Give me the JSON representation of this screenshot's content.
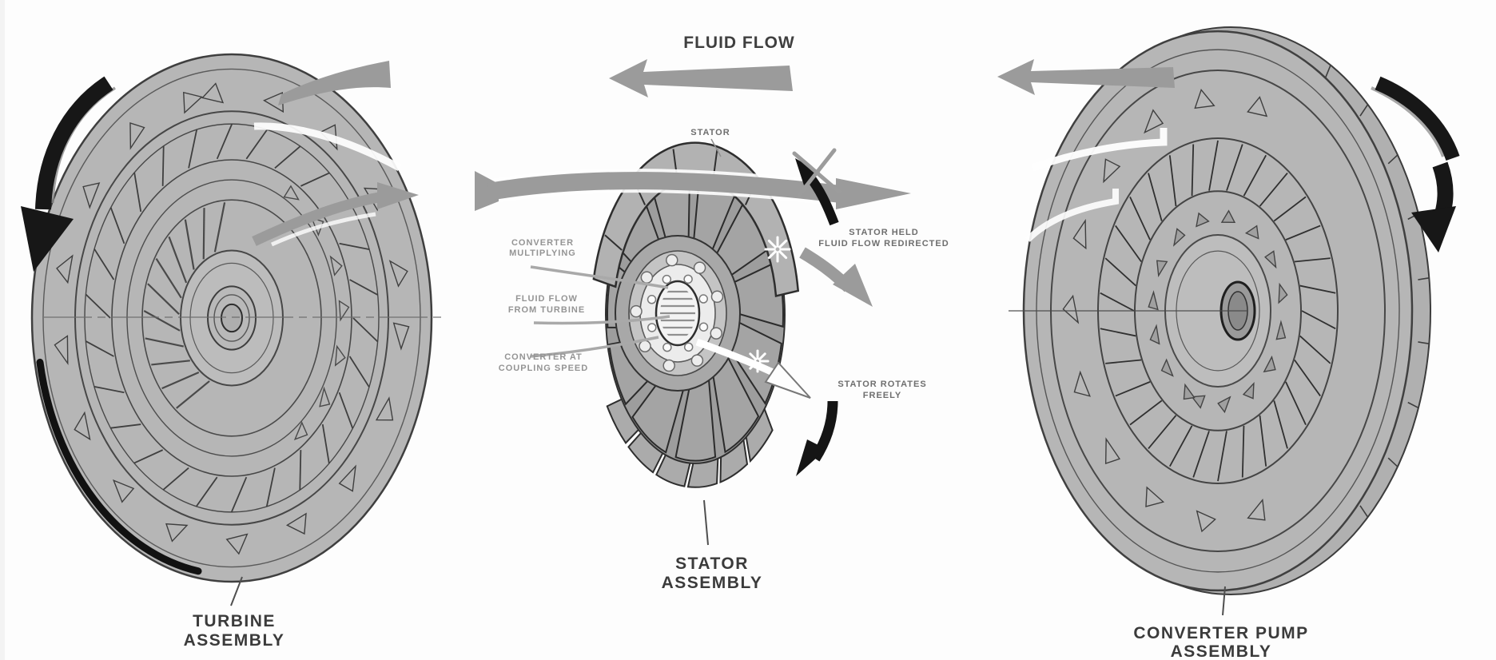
{
  "colors": {
    "background": "#fdfdfd",
    "disc_fill": "#b6b6b6",
    "disc_outline": "#3a3a3a",
    "flow_arrow_gray": "#9b9b9b",
    "rotation_arrow_black": "#171717",
    "highlight_white": "#ffffff",
    "small_label_gray": "#8f8f8f",
    "big_label_dark": "#3b3b3b"
  },
  "top": {
    "fluid_flow_title": "FLUID FLOW"
  },
  "turbine": {
    "assembly_label": [
      "TURBINE",
      "ASSEMBLY"
    ]
  },
  "stator": {
    "label": "STATOR",
    "assembly_label": [
      "STATOR",
      "ASSEMBLY"
    ],
    "annotations_left": [
      {
        "lines": [
          "CONVERTER",
          "MULTIPLYING"
        ]
      },
      {
        "lines": [
          "FLUID FLOW",
          "FROM TURBINE"
        ]
      },
      {
        "lines": [
          "CONVERTER AT",
          "COUPLING SPEED"
        ]
      }
    ],
    "annotations_right": [
      {
        "lines": [
          "STATOR HELD",
          "FLUID FLOW REDIRECTED"
        ]
      },
      {
        "lines": [
          "STATOR ROTATES",
          "FREELY"
        ]
      }
    ]
  },
  "pump": {
    "assembly_label": [
      "CONVERTER PUMP",
      "ASSEMBLY"
    ]
  },
  "icons": {
    "turbine_rotation_arrow": "black-curved-arrow-counterclockwise",
    "pump_rotation_arrow": "black-curved-arrow-clockwise",
    "fluid_flow_arrow": "gray-arrow-pointing-left",
    "pump_inflow_arrow": "gray-arrow-pointing-left",
    "turbine_outflow_arrow": "gray-arrow-pointing-right",
    "stator_flow_arrow": "gray-arrow-pointing-right",
    "stator_held_cross": "x-cross-mark",
    "stator_held_arrow": "black-curved-arrow-blocked",
    "redirected_flow_arrow": "gray-arrow-down-right",
    "stator_free_rotation_arrow": "black-curved-arrow-down-left",
    "free_flow_arrow": "white-outline-arrow-down-right"
  }
}
